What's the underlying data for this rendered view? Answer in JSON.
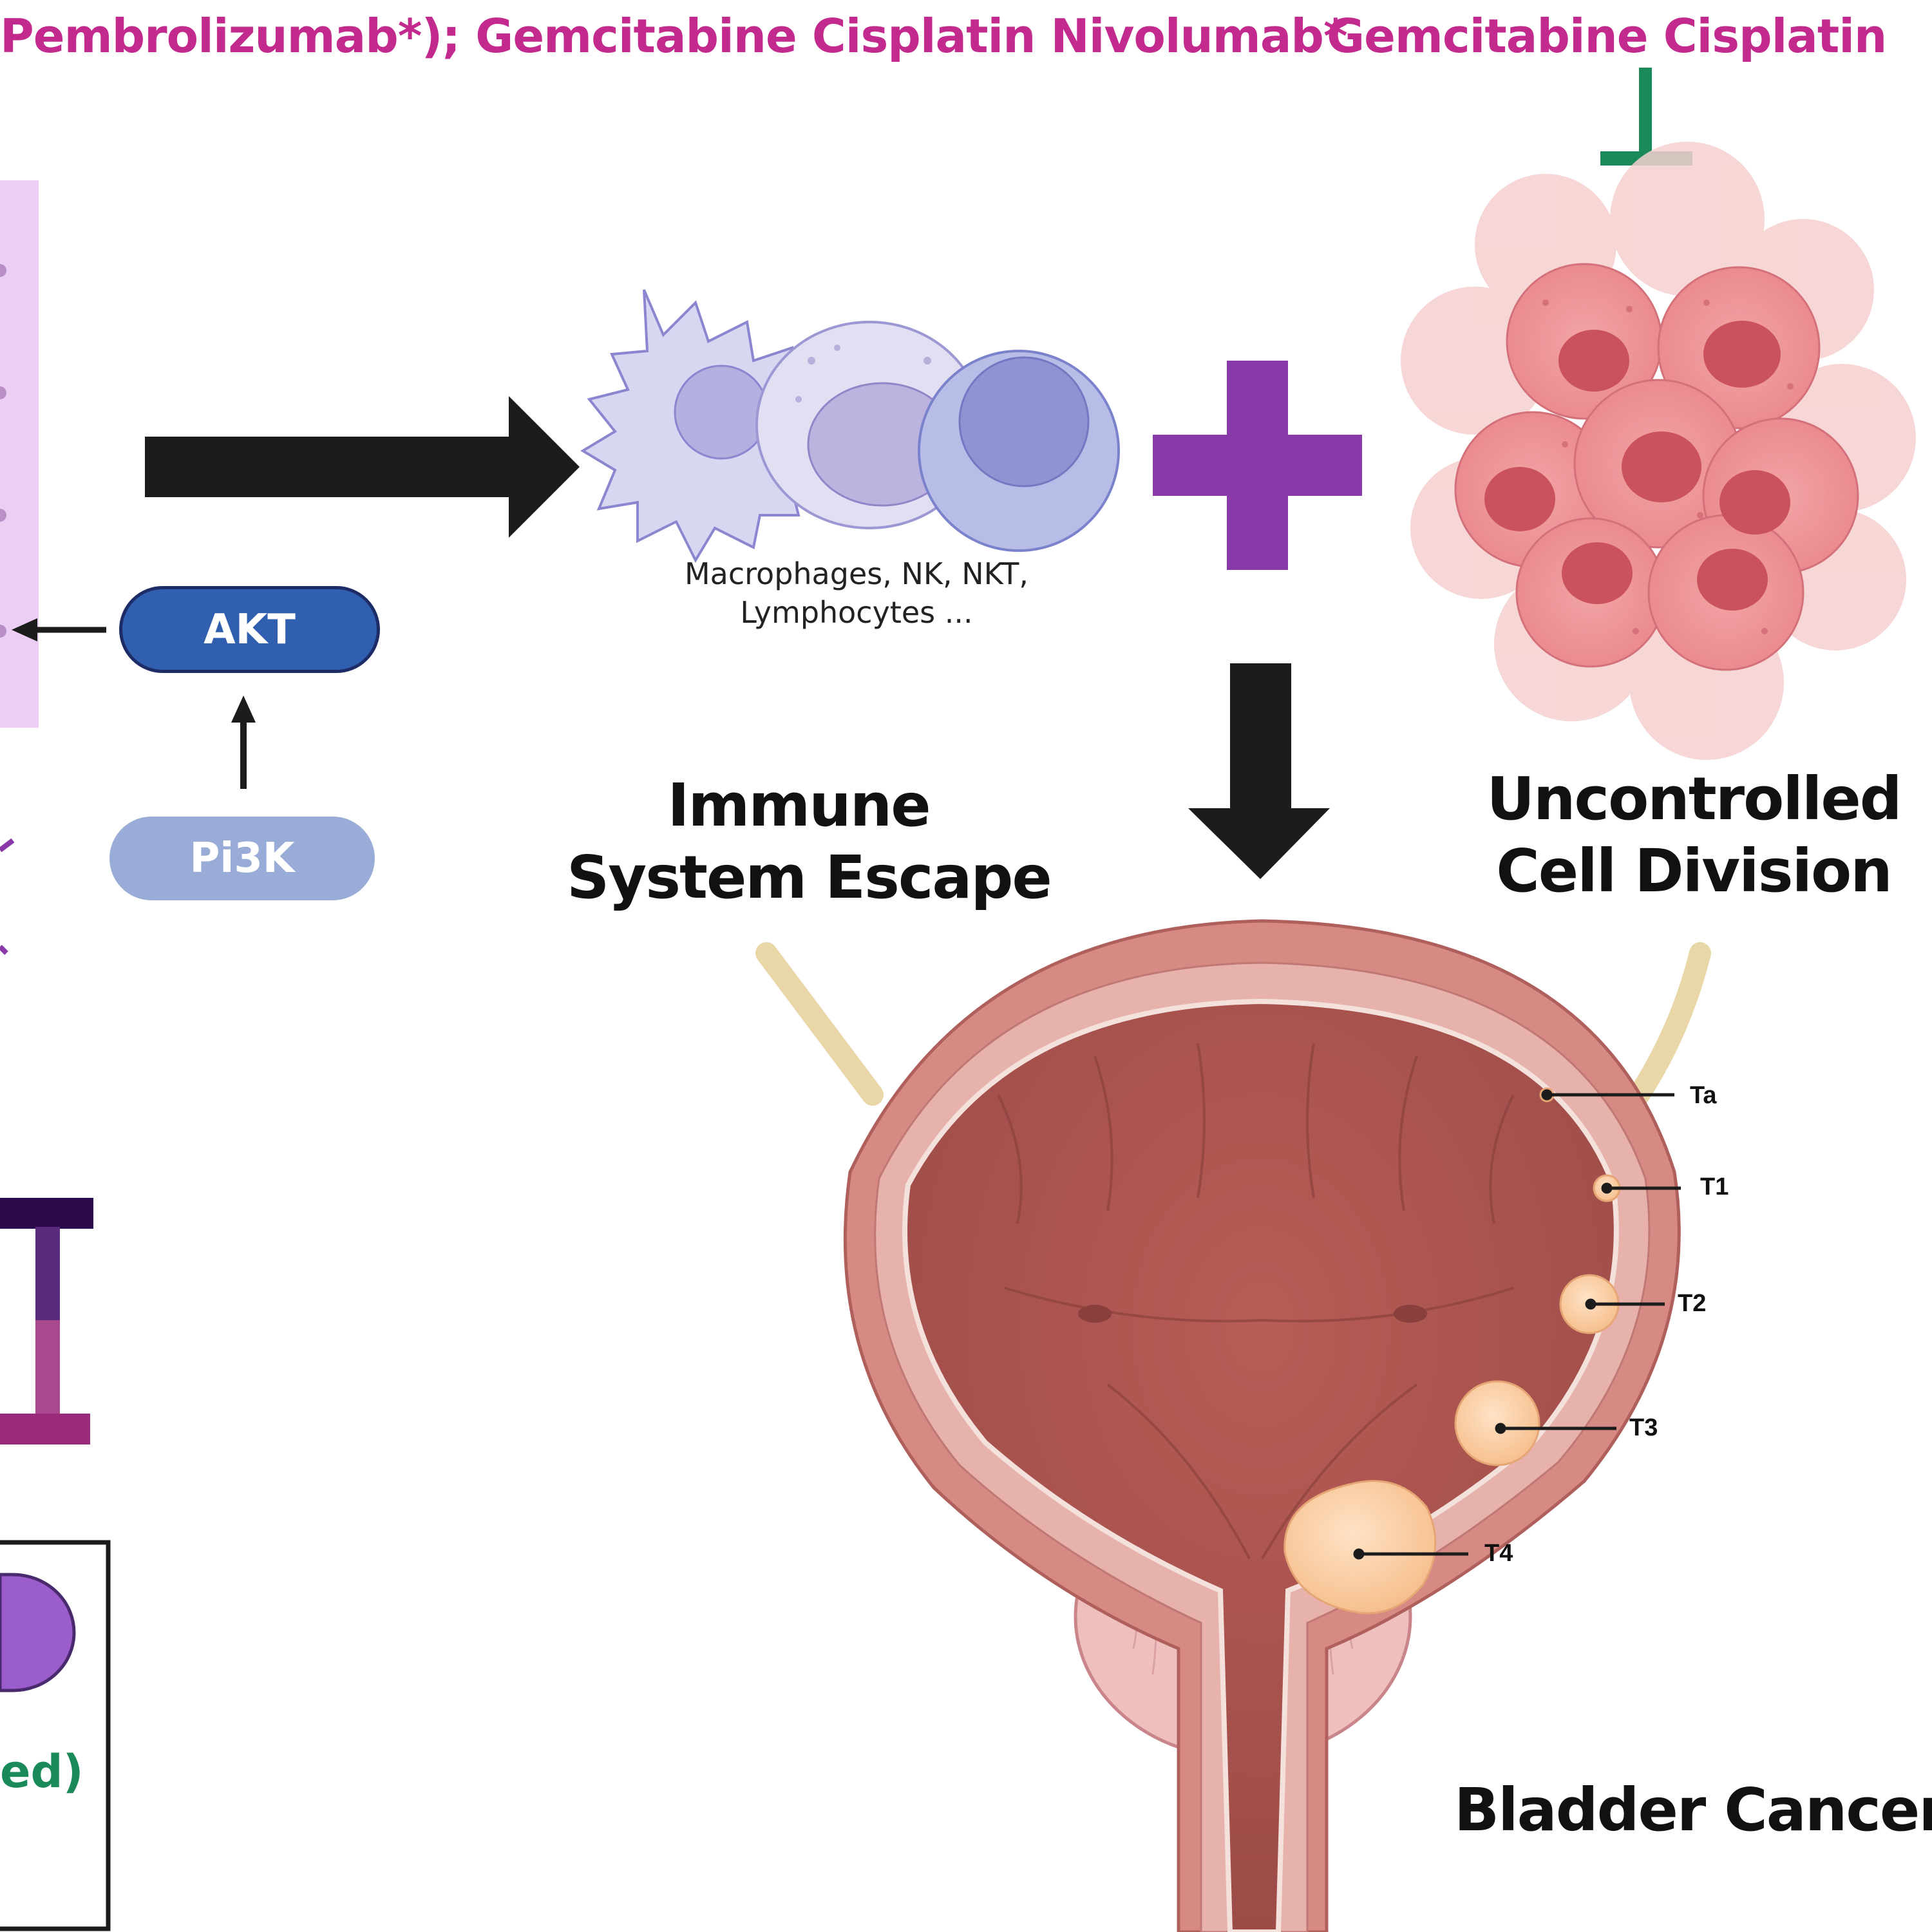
{
  "top_labels": {
    "left_regimen": "Pembrolizumab*); Gemcitabine Cisplatin Nivolumab*",
    "right_regimen": "Gemcitabine Cisplatin"
  },
  "pathway": {
    "akt": "AKT",
    "pi3k": "Pi3K"
  },
  "immune_cells": {
    "line1": "Macrophages, NK, NKT,",
    "line2": "Lymphocytes ..."
  },
  "headings": {
    "immune_line1": "Immune",
    "immune_line2": "System Escape",
    "division_line1": "Uncontrolled",
    "division_line2": "Cell Division",
    "bladder": "Bladder Cancer"
  },
  "tumor_stages": [
    "Ta",
    "T1",
    "T2",
    "T3",
    "T4"
  ],
  "legend_fragment": "ed)",
  "colors": {
    "drug_text": "#c22a8e",
    "inhibit_green": "#1a8a5a",
    "plus_purple": "#8a3aa8",
    "akt_blue": "#2f5fae",
    "pi3k_blue": "#99acd8",
    "arrow_black": "#1c1c1c",
    "tumor_pink": "#e8888c",
    "bladder_wall": "#c86c68",
    "bladder_lumen": "#a8524e"
  }
}
